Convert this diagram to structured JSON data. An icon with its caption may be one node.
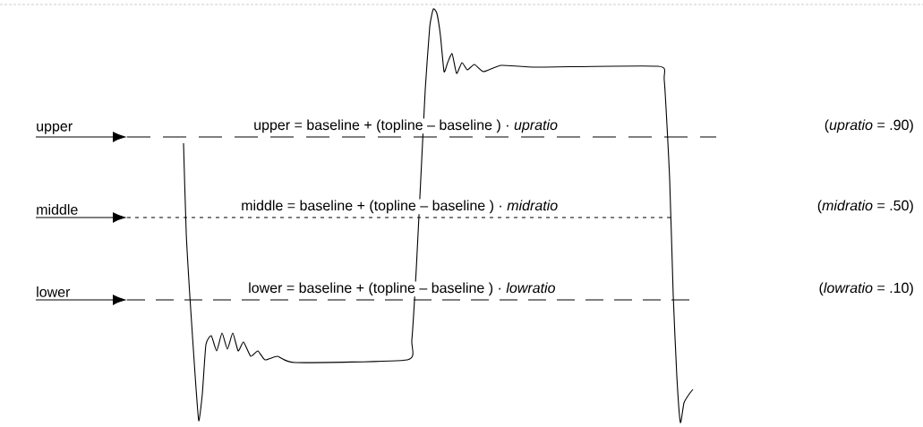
{
  "diagram": {
    "nodes": [
      {
        "text": [
          "upper"
        ]
      },
      {
        "text": [
          "middle"
        ]
      },
      {
        "text": [
          "lower"
        ]
      }
    ],
    "edges": [
      {
        "from": 0,
        "to": null,
        "arrow": "to"
      },
      {
        "from": 1,
        "to": null,
        "arrow": "to"
      },
      {
        "from": 2,
        "to": null,
        "arrow": "to"
      }
    ],
    "labels": [
      "upper = baseline + (topline – baseline ) · *upratio*",
      "(*upratio* = .90)",
      "middle = baseline + (topline – baseline ) · *midratio*",
      "(*midratio* = .50)",
      "lower = baseline + (topline – baseline ) · *lowratio*",
      "(*lowratio* = .10)"
    ]
  }
}
